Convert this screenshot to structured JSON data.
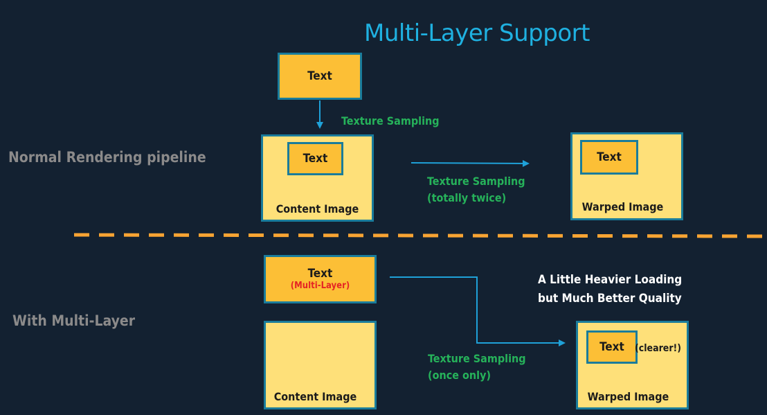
{
  "title": "Multi-Layer Support",
  "top": {
    "section_label": "Normal Rendering pipeline",
    "text_box_label": "Text",
    "sampling_label": "Texture Sampling",
    "content_image": {
      "inner_text": "Text",
      "caption": "Content Image"
    },
    "sampling_twice": {
      "line1": "Texture Sampling",
      "line2": "(totally twice)"
    },
    "warped_image": {
      "inner_text": "Text",
      "caption": "Warped Image"
    }
  },
  "bottom": {
    "section_label": "With Multi-Layer",
    "text_box": {
      "label": "Text",
      "sub_label": "(Multi-Layer)"
    },
    "content_image": {
      "caption": "Content Image"
    },
    "note": {
      "line1": "A Little Heavier Loading",
      "line2": "but Much Better Quality"
    },
    "sampling_once": {
      "line1": "Texture Sampling",
      "line2": "(once only)"
    },
    "warped_image": {
      "inner_text": "Text",
      "clearer": "(clearer!)",
      "caption": "Warped Image"
    }
  },
  "colors": {
    "background": "#132131",
    "title": "#1fb1e1",
    "box_dark": "#fcbf36",
    "box_light": "#fee079",
    "border": "#1a7c9b",
    "arrow": "#1fa1d8",
    "divider": "#f8a433",
    "green_text": "#26b25a",
    "red_text": "#e52424",
    "gray_text": "#8b8a8a"
  }
}
